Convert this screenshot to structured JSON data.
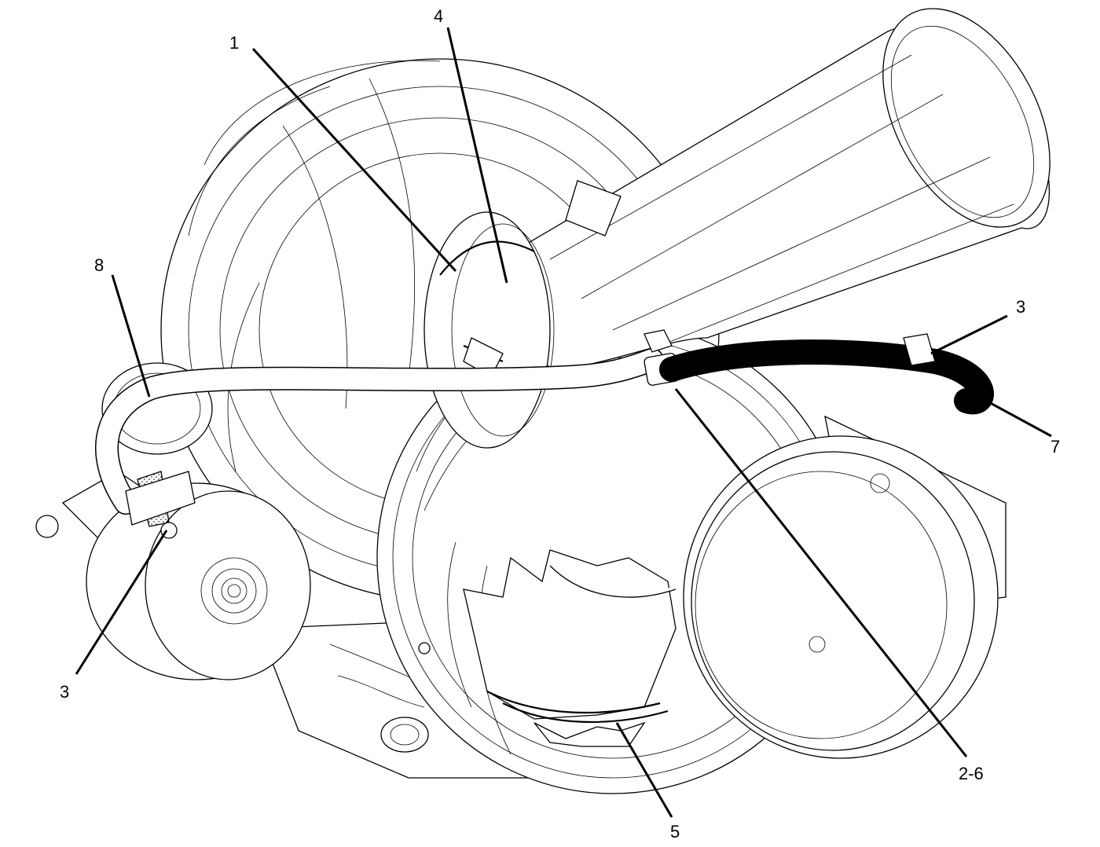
{
  "callouts": {
    "c1": "1",
    "c4": "4",
    "c8": "8",
    "c3_right": "3",
    "c7": "7",
    "c3_left": "3",
    "c2_6": "2-6",
    "c5": "5"
  }
}
